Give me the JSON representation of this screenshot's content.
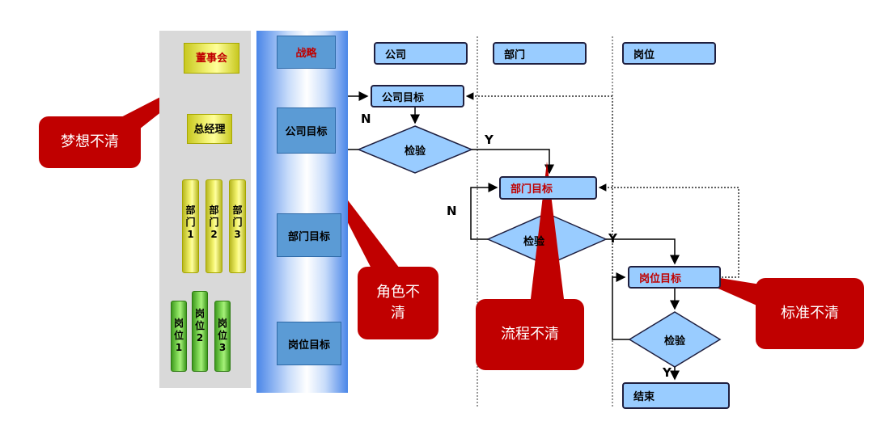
{
  "org": {
    "board": "董事会",
    "gm": "总经理",
    "departments": [
      "部门1",
      "部门2",
      "部门3"
    ],
    "positions": [
      "岗位1",
      "岗位2",
      "岗位3"
    ]
  },
  "strategy": {
    "strategy": "战略",
    "company_goal": "公司目标",
    "dept_goal": "部门目标",
    "position_goal": "岗位目标"
  },
  "lanes": {
    "company": "公司",
    "department": "部门",
    "position": "岗位"
  },
  "flow": {
    "company_goal": "公司目标",
    "dept_goal": "部门目标",
    "position_goal": "岗位目标",
    "check": "检验",
    "end": "结束",
    "yes": "Y",
    "no": "N"
  },
  "callouts": {
    "dream": "梦想不清",
    "role": "角色不清",
    "process": "流程不清",
    "standard": "标准不清"
  },
  "colors": {
    "callout_red": "#c00000",
    "process_blue": "#99ccff",
    "strategy_blue": "#5b9bd5"
  }
}
